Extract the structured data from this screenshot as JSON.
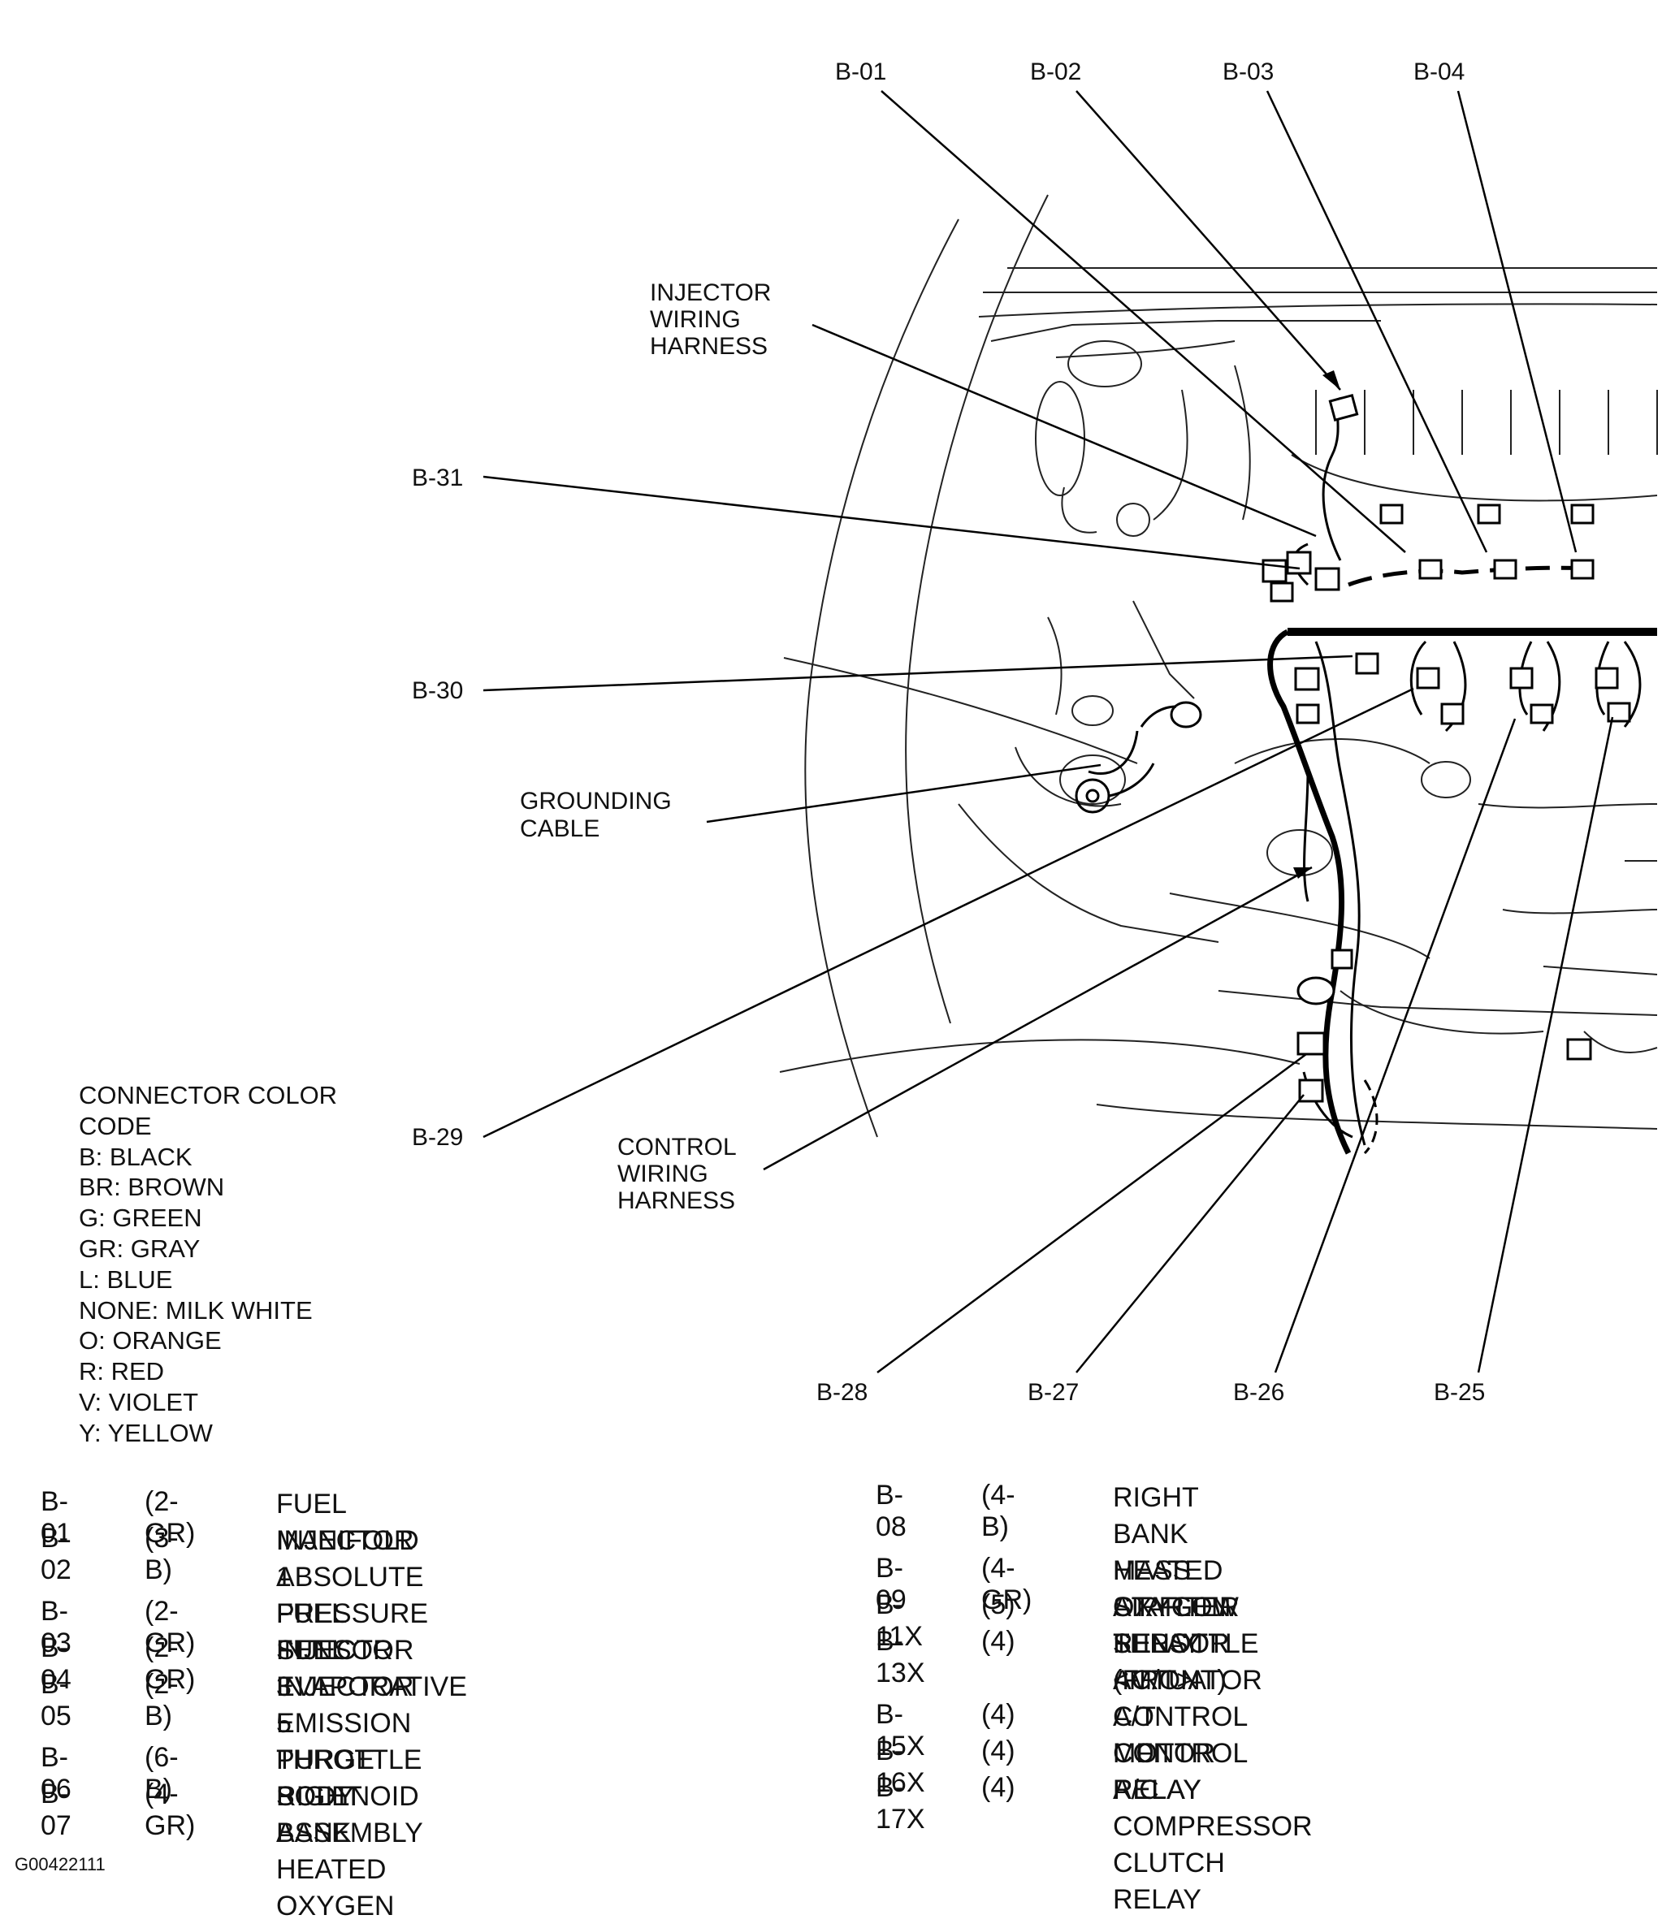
{
  "callouts": {
    "b01": "B-01",
    "b02": "B-02",
    "b03": "B-03",
    "b04": "B-04",
    "injector_harness": [
      "INJECTOR",
      "WIRING",
      "HARNESS"
    ],
    "b31": "B-31",
    "b30": "B-30",
    "grounding_cable": [
      "GROUNDING",
      "CABLE"
    ],
    "b29": "B-29",
    "control_harness": [
      "CONTROL",
      "WIRING",
      "HARNESS"
    ],
    "b28": "B-28",
    "b27": "B-27",
    "b26": "B-26",
    "b25": "B-25"
  },
  "color_code": {
    "title": [
      "CONNECTOR COLOR",
      "CODE"
    ],
    "entries": [
      "B: BLACK",
      "BR: BROWN",
      "G: GREEN",
      "GR: GRAY",
      "L: BLUE",
      "NONE: MILK WHITE",
      "O: ORANGE",
      "R: RED",
      "V: VIOLET",
      "Y: YELLOW"
    ]
  },
  "connectors_left": [
    {
      "id": "B-01",
      "spec": "(2-GR)",
      "desc": "FUEL INJECTOR 1"
    },
    {
      "id": "B-02",
      "spec": "(3-B)",
      "desc": "MANIFOLD ABSOLUTE PRESSURE\nSENSOR"
    },
    {
      "id": "B-03",
      "spec": "(2-GR)",
      "desc": "FUEL INJECTOR 3"
    },
    {
      "id": "B-04",
      "spec": "(2-GR)",
      "desc": "FUEL INJECTOR 5"
    },
    {
      "id": "B-05",
      "spec": "(2-B)",
      "desc": "EVAPORATIVE EMISSION PURGE\nSOLENOID"
    },
    {
      "id": "B-06",
      "spec": "(6-B)",
      "desc": "THROTTLE BODY ASSEMBLY"
    },
    {
      "id": "B-07",
      "spec": "(4-GR)",
      "desc": "RIGHT BANK HEATED OXYGEN\nSENSOR (REAR)"
    }
  ],
  "connectors_right": [
    {
      "id": "B-08",
      "spec": "(4-B)",
      "desc": "RIGHT BANK HEATED OXYGEN\nSENSOR (FRONT)"
    },
    {
      "id": "B-09",
      "spec": "(4-GR)",
      "desc": "MASS AIRFLOW SENSOR"
    },
    {
      "id": "B-11X",
      "spec": "(5)",
      "desc": "STARTER RELAY <M/T>"
    },
    {
      "id": "B-13X",
      "spec": "(4)",
      "desc": "THROTTLE ACTUATOR CONTROL\nMOTOR RELAY"
    },
    {
      "id": "B-15X",
      "spec": "(4)",
      "desc": "A/T CONTROL RELAY"
    },
    {
      "id": "B-16X",
      "spec": "(4)",
      "desc": "MFI RELAY"
    },
    {
      "id": "B-17X",
      "spec": "(4)",
      "desc": "A/C COMPRESSOR CLUTCH RELAY"
    }
  ],
  "figure_id": "G00422111"
}
